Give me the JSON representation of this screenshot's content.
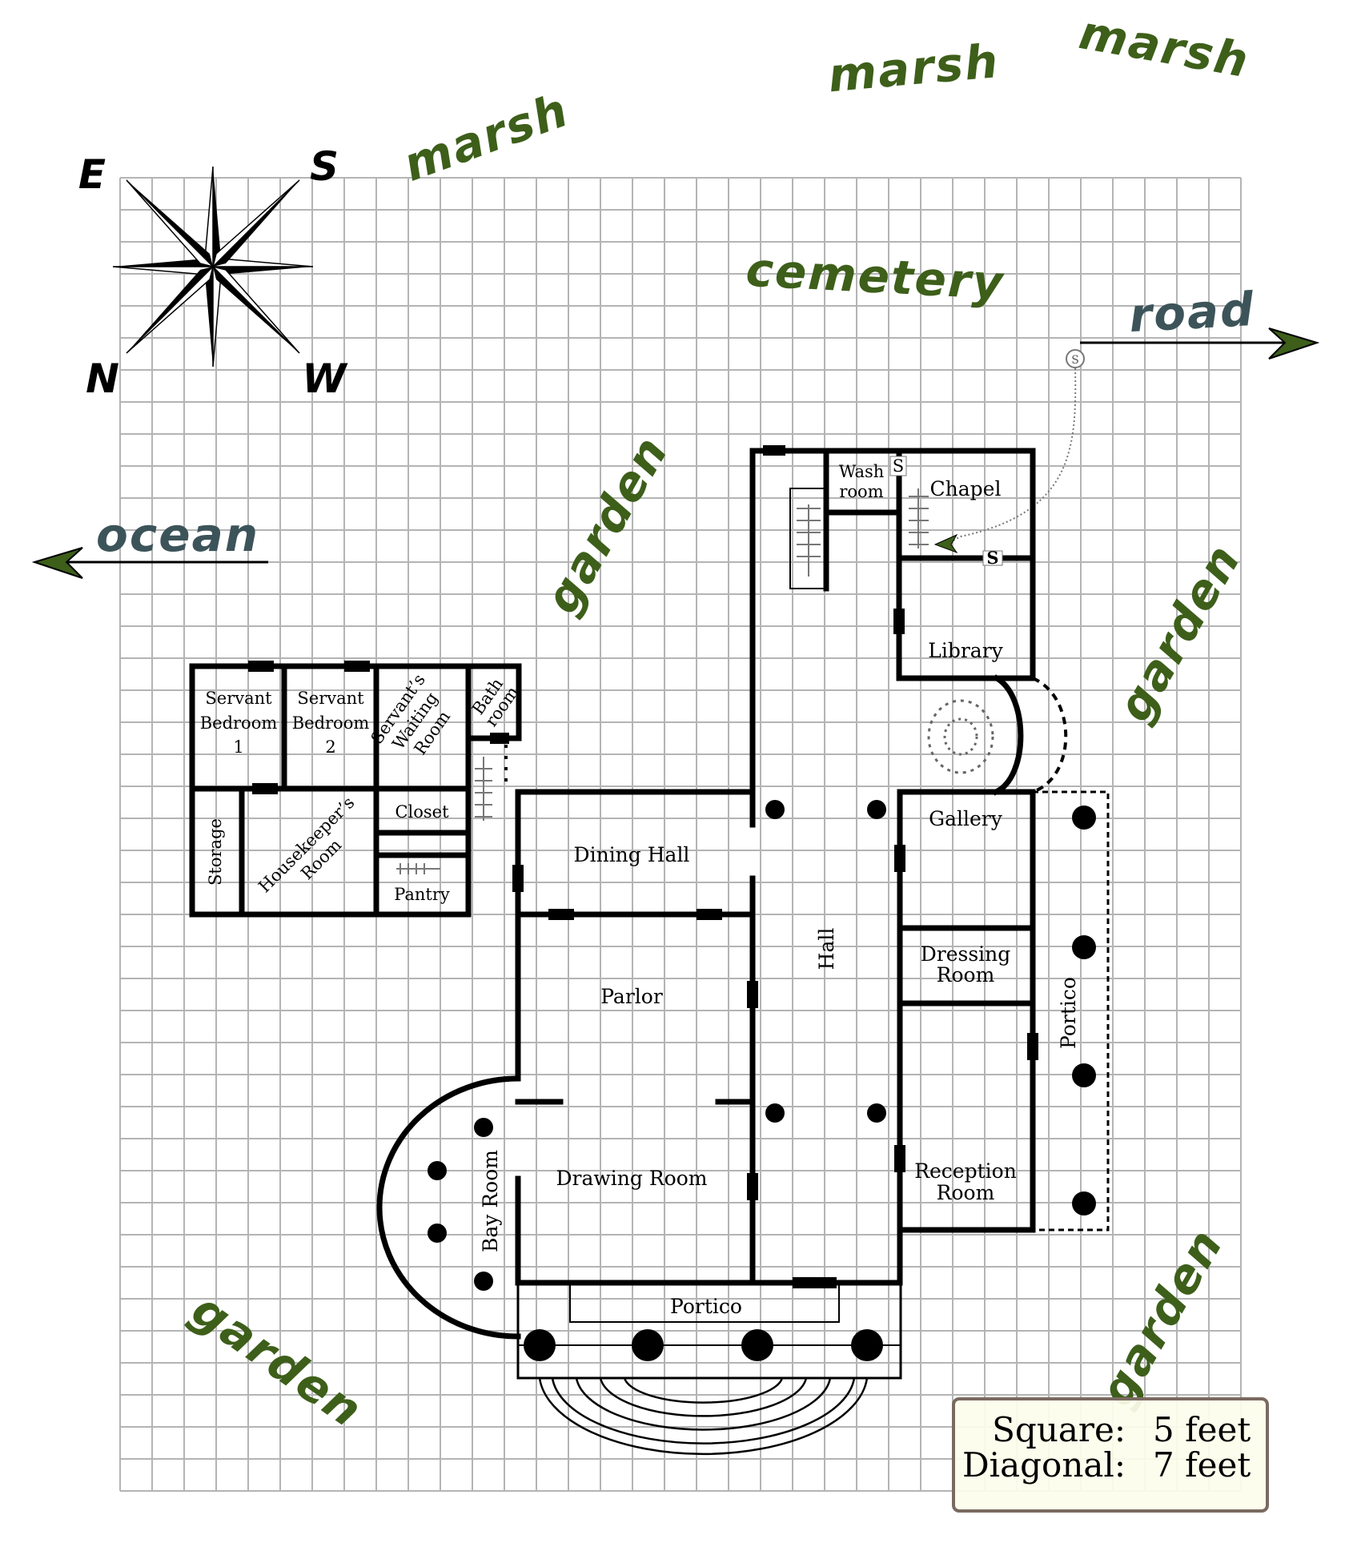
{
  "compass": {
    "east": "E",
    "south": "S",
    "north": "N",
    "west": "W"
  },
  "terrain": {
    "marsh": [
      "marsh",
      "marsh",
      "marsh"
    ],
    "cemetery": "cemetery",
    "road": "road",
    "ocean": "ocean",
    "garden": [
      "garden",
      "garden",
      "garden",
      "garden"
    ]
  },
  "markers": {
    "secret_door": "S",
    "secret_entrance": "S",
    "secret_door_2": "S"
  },
  "rooms": {
    "wash_room": [
      "Wash",
      "room"
    ],
    "chapel": "Chapel",
    "library": "Library",
    "gallery": "Gallery",
    "dressing_room": [
      "Dressing",
      "Room"
    ],
    "reception_room": [
      "Reception",
      "Room"
    ],
    "side_portico": "Portico",
    "hall": "Hall",
    "dining_hall": "Dining Hall",
    "parlor": "Parlor",
    "drawing_room": "Drawing Room",
    "bay_room": "Bay Room",
    "front_portico": "Portico",
    "servant_bedroom_1": [
      "Servant",
      "Bedroom",
      "1"
    ],
    "servant_bedroom_2": [
      "Servant",
      "Bedroom",
      "2"
    ],
    "servants_waiting_room": [
      "Servant’s",
      "Waiting",
      "Room"
    ],
    "bath_room": [
      "Bath",
      "room"
    ],
    "closet": "Closet",
    "storage": "Storage",
    "housekeepers_room": [
      "Housekeeper’s",
      "Room"
    ],
    "pantry": "Pantry"
  },
  "scale": {
    "square_label": "Square:",
    "square_value": "5 feet",
    "diagonal_label": "Diagonal:",
    "diagonal_value": "7 feet"
  },
  "colors": {
    "grid": "#b4b4b4",
    "terrain_green": "#3d5f1a",
    "terrain_blue": "#3c5459",
    "legend_fill": "#fdfdec",
    "legend_border": "#7a6a60"
  }
}
